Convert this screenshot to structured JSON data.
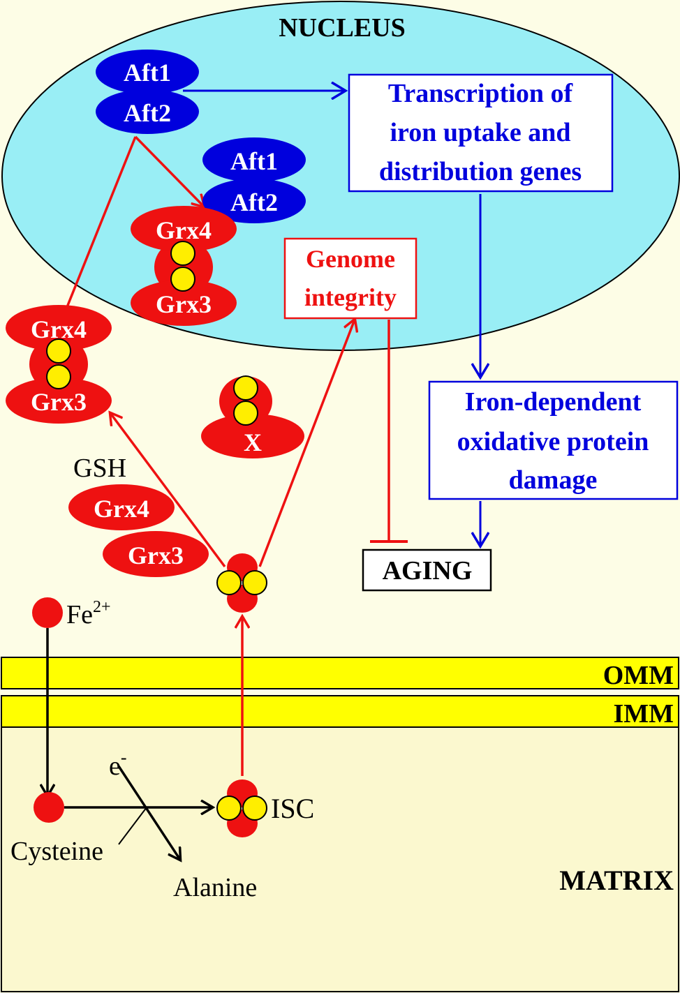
{
  "regions": {
    "nucleus": "NUCLEUS",
    "omm": "OMM",
    "imm": "IMM",
    "matrix": "MATRIX"
  },
  "nodes": {
    "aft1_top": "Aft1",
    "aft2_top": "Aft2",
    "aft1_mid": "Aft1",
    "aft2_mid": "Aft2",
    "grx4_nuc": "Grx4",
    "grx3_nuc": "Grx3",
    "grx4_cyto": "Grx4",
    "grx3_cyto": "Grx3",
    "x_protein": "X",
    "gsh": "GSH",
    "grx4_free": "Grx4",
    "grx3_free": "Grx3",
    "fe": "Fe",
    "fe_charge": "2+",
    "electron": "e",
    "electron_charge": "-",
    "cysteine": "Cysteine",
    "alanine": "Alanine",
    "isc": "ISC"
  },
  "boxes": {
    "transcription": [
      "Transcription of",
      "iron uptake and",
      "distribution genes"
    ],
    "genome": [
      "Genome",
      "integrity"
    ],
    "oxidative": [
      "Iron-dependent",
      "oxidative protein",
      "damage"
    ],
    "aging": "AGING"
  },
  "colors": {
    "nucleus_fill": "#99eef5",
    "membrane_fill": "#ffff00",
    "matrix_fill": "#fbf8cf",
    "cytosol_fill": "#fdfde6",
    "blue": "#0000dd",
    "red": "#ee1111",
    "cluster": "#ffee00"
  }
}
